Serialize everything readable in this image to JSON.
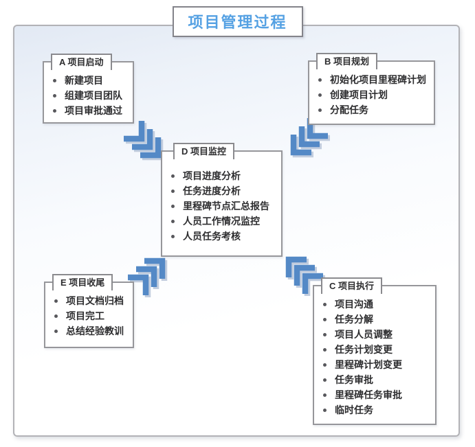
{
  "title": "项目管理过程",
  "colors": {
    "title_blue": "#55a1e3",
    "chevron_blue": "#5489c6",
    "chevron_shadow": "#c2cdde",
    "box_border_gray": "#96969a",
    "text_dark": "#2d2d2f"
  },
  "boxes": [
    {
      "id": "A",
      "label": "A 项目启动",
      "items": [
        "新建项目",
        "组建项目团队",
        "项目审批通过"
      ]
    },
    {
      "id": "B",
      "label": "B 项目规划",
      "items": [
        "初始化项目里程碑计划",
        "创建项目计划",
        "分配任务"
      ]
    },
    {
      "id": "D",
      "label": "D 项目监控",
      "items": [
        "项目进度分析",
        "任务进度分析",
        "里程碑节点汇总报告",
        "人员工作情况监控",
        "人员任务考核"
      ]
    },
    {
      "id": "E",
      "label": "E 项目收尾",
      "items": [
        "项目文档归档",
        "项目完工",
        "总结经验教训"
      ]
    },
    {
      "id": "C",
      "label": "C 项目执行",
      "items": [
        "项目沟通",
        "任务分解",
        "项目人员调整",
        "任务计划变更",
        "里程碑计划变更",
        "任务审批",
        "里程碑任务审批",
        "临时任务"
      ]
    }
  ],
  "arrows": [
    {
      "from": "A",
      "to": "D",
      "direction": "down-right"
    },
    {
      "from": "B",
      "to": "D",
      "direction": "down-left"
    },
    {
      "from": "E",
      "to": "D",
      "direction": "up-right"
    },
    {
      "from": "C",
      "to": "D",
      "direction": "up-left"
    }
  ]
}
